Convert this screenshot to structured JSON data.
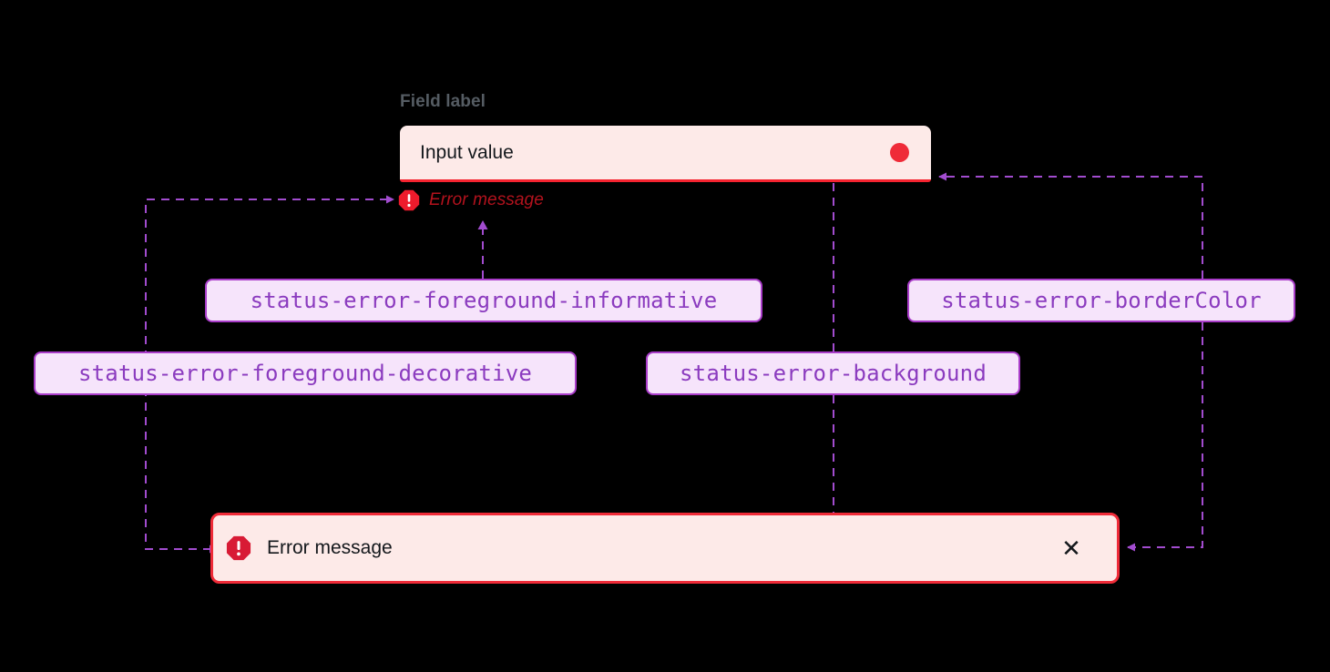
{
  "palette": {
    "page_background": "#000000",
    "status_error_background": "#fdeae8",
    "status_error_borderColor": "#ef2b38",
    "status_error_foreground_decorative": "#e8192a",
    "status_error_foreground_informative": "#b3121d",
    "token_chip_background": "#f6e4fb",
    "token_chip_border": "#a93cc9",
    "token_chip_text": "#8b3bbf",
    "connector_line": "#a24ccf",
    "field_label_text": "#555c63",
    "body_text": "#14181c"
  },
  "field": {
    "label": "Field label",
    "value": "Input value",
    "indicator_icon": "status-dot-icon"
  },
  "inline_error": {
    "icon": "error-octagon-icon",
    "text": "Error message"
  },
  "alert": {
    "icon": "error-octagon-icon",
    "text": "Error message",
    "close_label": "✕",
    "close_icon": "close-icon"
  },
  "tokens": [
    {
      "id": "informative",
      "label": "status-error-foreground-informative"
    },
    {
      "id": "bordercolor",
      "label": "status-error-borderColor"
    },
    {
      "id": "decorative",
      "label": "status-error-foreground-decorative"
    },
    {
      "id": "background",
      "label": "status-error-background"
    }
  ],
  "connectors": [
    {
      "from": "status-error-foreground-informative",
      "to": "inline-error-text"
    },
    {
      "from": "status-error-foreground-decorative",
      "to": "inline-error-icon"
    },
    {
      "from": "status-error-foreground-decorative",
      "to": "alert-error-icon"
    },
    {
      "from": "status-error-background",
      "to": "input-field-background"
    },
    {
      "from": "status-error-background",
      "to": "alert-background"
    },
    {
      "from": "status-error-borderColor",
      "to": "input-field-border"
    },
    {
      "from": "status-error-borderColor",
      "to": "alert-border"
    }
  ]
}
